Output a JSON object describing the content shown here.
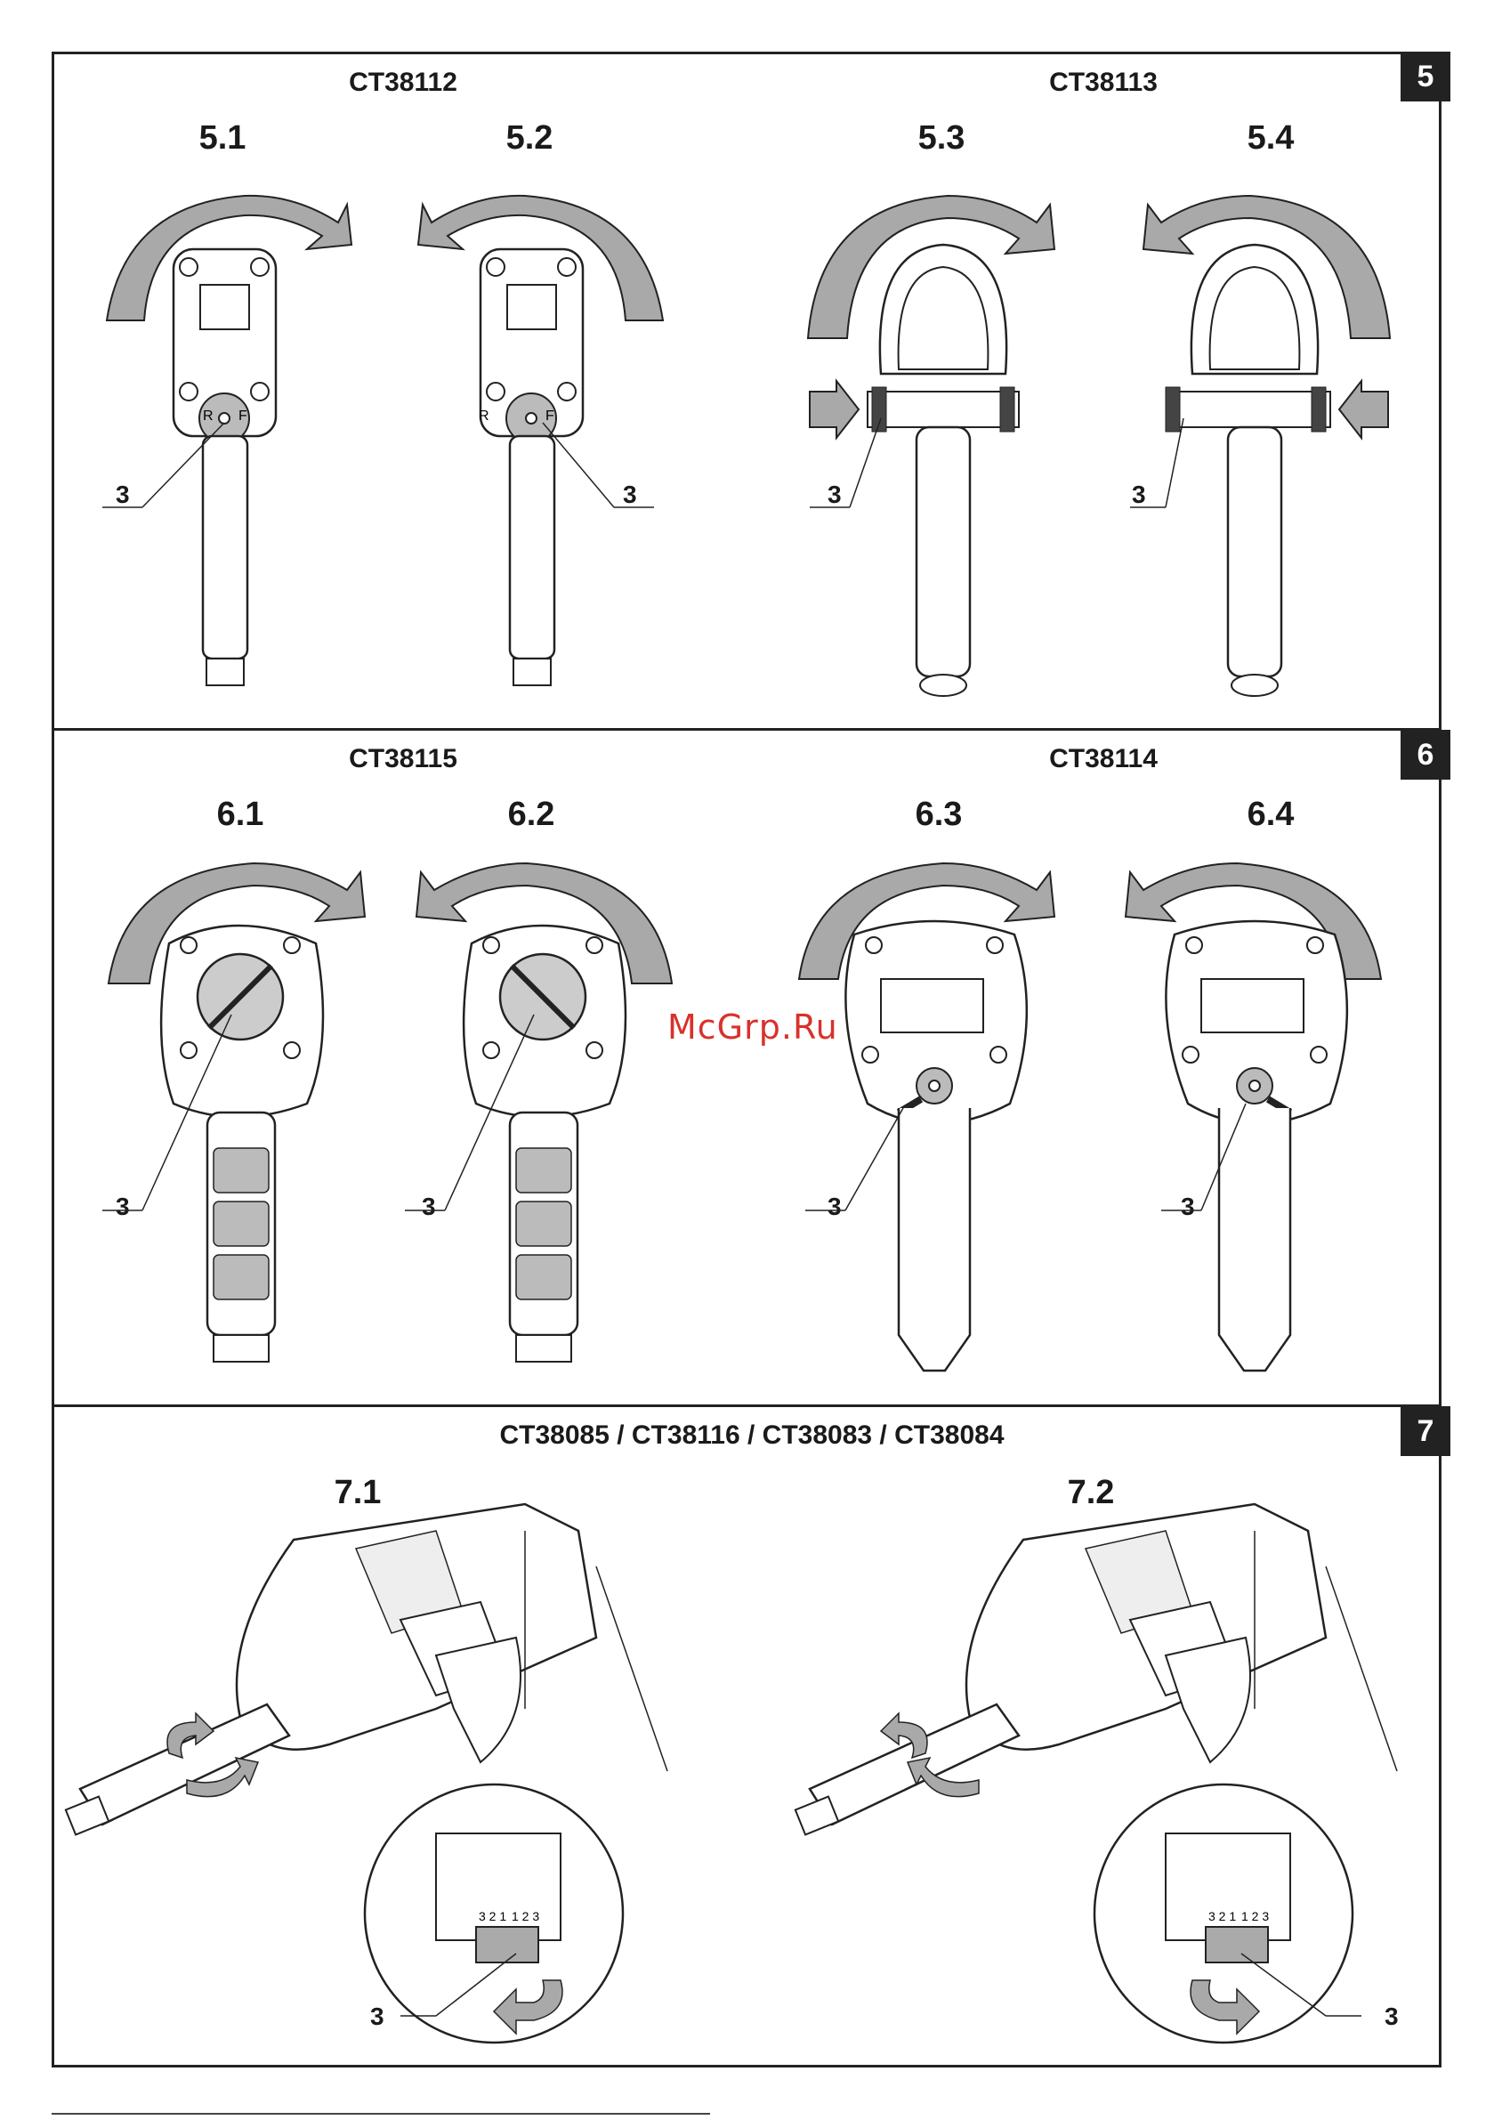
{
  "sections": [
    {
      "badge": "5",
      "models": [
        "CT38112",
        "CT38113"
      ],
      "figures": [
        {
          "number": "5.1",
          "rotation": "clockwise",
          "callout": "3"
        },
        {
          "number": "5.2",
          "rotation": "counterclockwise",
          "callout": "3"
        },
        {
          "number": "5.3",
          "rotation": "clockwise",
          "callout": "3"
        },
        {
          "number": "5.4",
          "rotation": "counterclockwise",
          "callout": "3"
        }
      ]
    },
    {
      "badge": "6",
      "models": [
        "CT38115",
        "CT38114"
      ],
      "figures": [
        {
          "number": "6.1",
          "rotation": "clockwise",
          "callout": "3"
        },
        {
          "number": "6.2",
          "rotation": "counterclockwise",
          "callout": "3"
        },
        {
          "number": "6.3",
          "rotation": "clockwise",
          "callout": "3"
        },
        {
          "number": "6.4",
          "rotation": "counterclockwise",
          "callout": "3"
        }
      ]
    },
    {
      "badge": "7",
      "models": [
        "CT38085 / CT38116 / CT38083 / CT38084"
      ],
      "figures": [
        {
          "number": "7.1",
          "callout": "3"
        },
        {
          "number": "7.2",
          "callout": "3"
        }
      ]
    }
  ],
  "dial_labels": {
    "reverse": "R",
    "forward": "F",
    "scale_left": "3 2 1",
    "scale_right": "1 2 3"
  },
  "watermark": "McGrp.Ru",
  "colors": {
    "arrow_fill": "#a9a9a9",
    "line": "#222222",
    "accent": "#d9312b"
  },
  "icons": [
    "rotation-arrow-icon",
    "push-arrow-icon",
    "impact-wrench-icon"
  ]
}
